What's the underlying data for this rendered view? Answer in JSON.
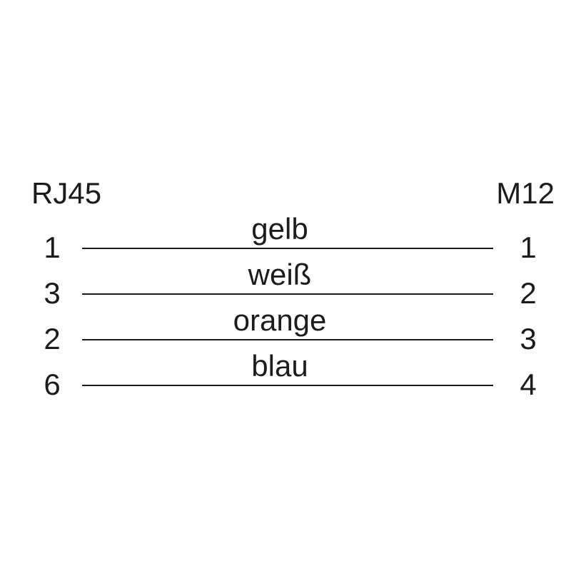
{
  "diagram": {
    "type": "connector-pinout-wiring",
    "left_connector": "RJ45",
    "right_connector": "M12",
    "wires": [
      {
        "left_pin": "1",
        "right_pin": "1",
        "color_label": "gelb"
      },
      {
        "left_pin": "3",
        "right_pin": "2",
        "color_label": "weiß"
      },
      {
        "left_pin": "2",
        "right_pin": "3",
        "color_label": "orange"
      },
      {
        "left_pin": "6",
        "right_pin": "4",
        "color_label": "blau"
      }
    ],
    "colors": {
      "ink": "#1c1c1c",
      "background": "#ffffff"
    }
  }
}
